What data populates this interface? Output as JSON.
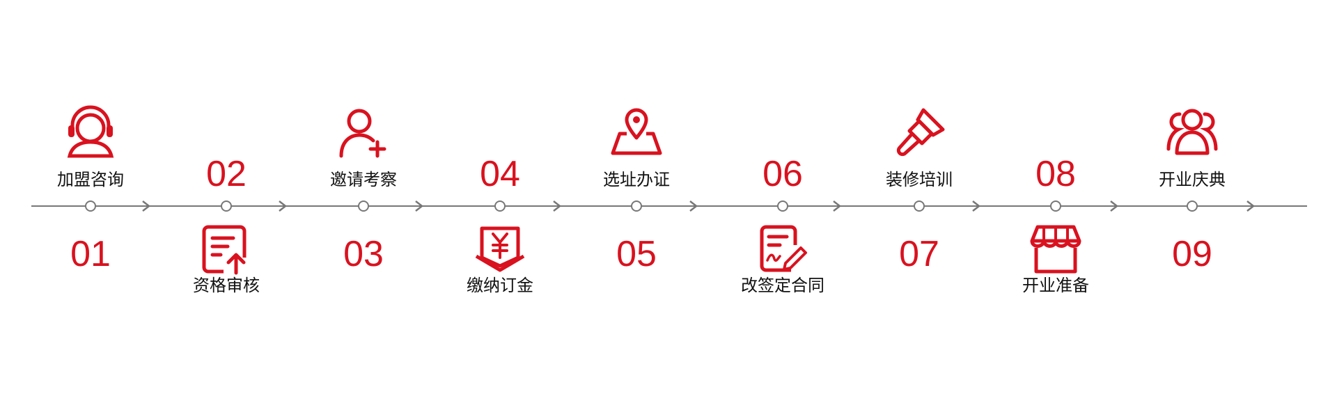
{
  "colors": {
    "accent": "#d9121f",
    "line": "#777777",
    "text": "#111111"
  },
  "steps": [
    {
      "number": "01",
      "label": "加盟咨询",
      "icon": "headset-icon"
    },
    {
      "number": "02",
      "label": "资格审核",
      "icon": "document-upload-icon"
    },
    {
      "number": "03",
      "label": "邀请考察",
      "icon": "add-user-icon"
    },
    {
      "number": "04",
      "label": "缴纳订金",
      "icon": "yuan-coin-icon"
    },
    {
      "number": "05",
      "label": "选址办证",
      "icon": "location-map-icon"
    },
    {
      "number": "06",
      "label": "改签定合同",
      "icon": "contract-sign-icon"
    },
    {
      "number": "07",
      "label": "装修培训",
      "icon": "paint-brush-icon"
    },
    {
      "number": "08",
      "label": "开业准备",
      "icon": "storefront-icon"
    },
    {
      "number": "09",
      "label": "开业庆典",
      "icon": "group-users-icon"
    }
  ]
}
